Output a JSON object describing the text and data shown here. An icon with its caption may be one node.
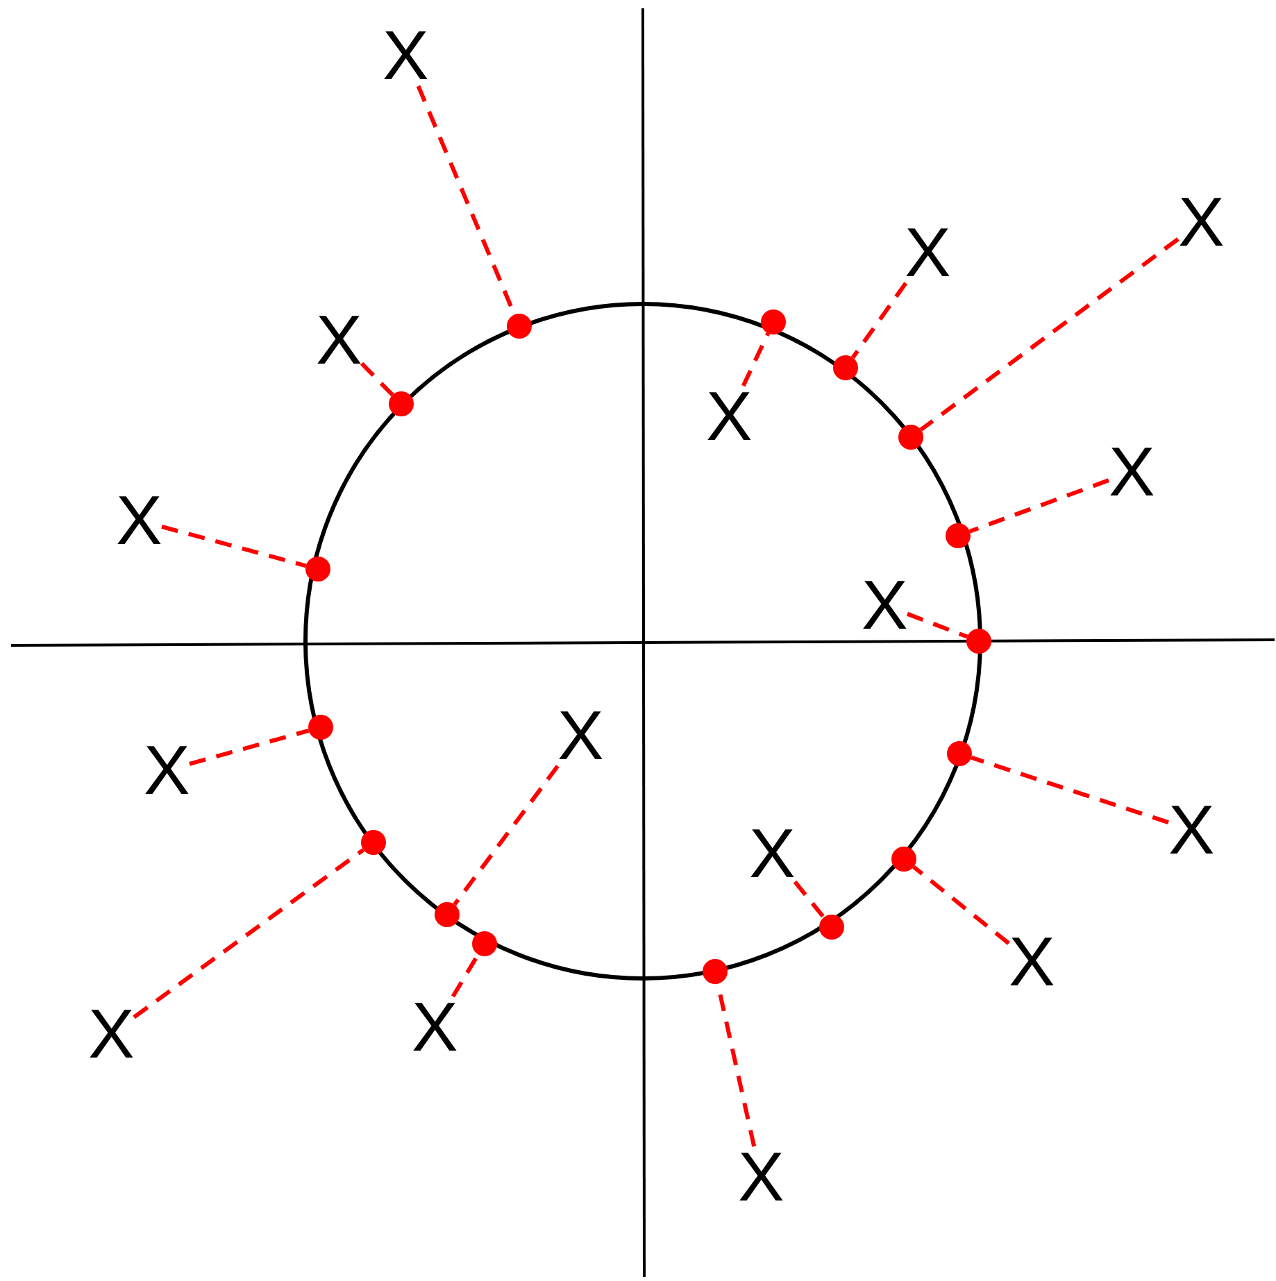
{
  "diagram": {
    "nodes": [
      {
        "text": [
          "X"
        ]
      },
      {
        "text": [],
        "shape": "circle"
      },
      {
        "text": [
          "X"
        ]
      },
      {
        "text": [],
        "shape": "circle"
      },
      {
        "text": [
          "X"
        ]
      },
      {
        "text": [],
        "shape": "circle"
      },
      {
        "text": [
          "X"
        ]
      },
      {
        "text": [],
        "shape": "circle"
      },
      {
        "text": [
          "X"
        ]
      },
      {
        "text": [],
        "shape": "circle"
      },
      {
        "text": [
          "X"
        ]
      },
      {
        "text": [],
        "shape": "circle"
      },
      {
        "text": [
          "X"
        ]
      },
      {
        "text": [],
        "shape": "circle"
      },
      {
        "text": [
          "X"
        ]
      },
      {
        "text": [],
        "shape": "circle"
      },
      {
        "text": [
          "X"
        ]
      },
      {
        "text": [],
        "shape": "circle"
      },
      {
        "text": [
          "X"
        ]
      },
      {
        "text": [],
        "shape": "circle"
      },
      {
        "text": [
          "X"
        ]
      },
      {
        "text": [],
        "shape": "circle"
      },
      {
        "text": [
          "X"
        ]
      },
      {
        "text": [],
        "shape": "circle"
      },
      {
        "text": [
          "X"
        ]
      },
      {
        "text": [],
        "shape": "circle"
      },
      {
        "text": [
          "X"
        ]
      },
      {
        "text": [],
        "shape": "circle"
      },
      {
        "text": [
          "X"
        ]
      },
      {
        "text": [],
        "shape": "circle"
      },
      {
        "text": [
          "X"
        ]
      },
      {
        "text": [],
        "shape": "circle"
      }
    ],
    "edges": [
      {
        "from": 0,
        "to": 1,
        "arrow": "none",
        "style": "dashed"
      },
      {
        "from": 2,
        "to": 3,
        "arrow": "none",
        "style": "dashed"
      },
      {
        "from": 4,
        "to": 5,
        "arrow": "none",
        "style": "dashed"
      },
      {
        "from": 6,
        "to": 7,
        "arrow": "none",
        "style": "dashed"
      },
      {
        "from": 8,
        "to": 9,
        "arrow": "none",
        "style": "dashed"
      },
      {
        "from": 10,
        "to": 11,
        "arrow": "none",
        "style": "dashed"
      },
      {
        "from": 12,
        "to": 13,
        "arrow": "none",
        "style": "dashed"
      },
      {
        "from": 14,
        "to": 15,
        "arrow": "none",
        "style": "dashed"
      },
      {
        "from": 16,
        "to": 17,
        "arrow": "none",
        "style": "dashed"
      },
      {
        "from": 18,
        "to": 19,
        "arrow": "none",
        "style": "dashed"
      },
      {
        "from": 20,
        "to": 21,
        "arrow": "none",
        "style": "dashed"
      },
      {
        "from": 22,
        "to": 23,
        "arrow": "none",
        "style": "dashed"
      },
      {
        "from": 24,
        "to": 25,
        "arrow": "none",
        "style": "dashed"
      },
      {
        "from": 26,
        "to": 27,
        "arrow": "none",
        "style": "dashed"
      },
      {
        "from": 28,
        "to": 29,
        "arrow": "none",
        "style": "dashed"
      },
      {
        "from": 30,
        "to": 31,
        "arrow": "none",
        "style": "dashed"
      }
    ]
  }
}
